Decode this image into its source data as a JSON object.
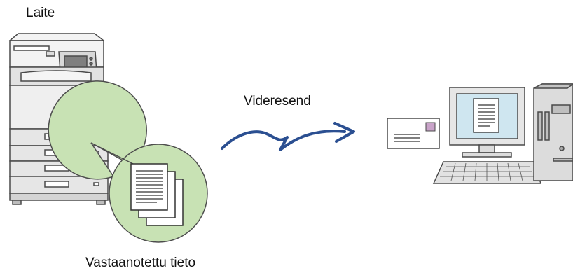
{
  "labels": {
    "device": "Laite",
    "forward": "Videresend",
    "received_data": "Vastaanotettu tieto"
  },
  "colors": {
    "arrow": "#2b4f91",
    "bubble_fill": "#c8e2b4",
    "bubble_stroke": "#4d4d4d",
    "screen": "#cfe6f0",
    "device_body": "#e9e9e9",
    "stamp": "#c9a3c9"
  }
}
